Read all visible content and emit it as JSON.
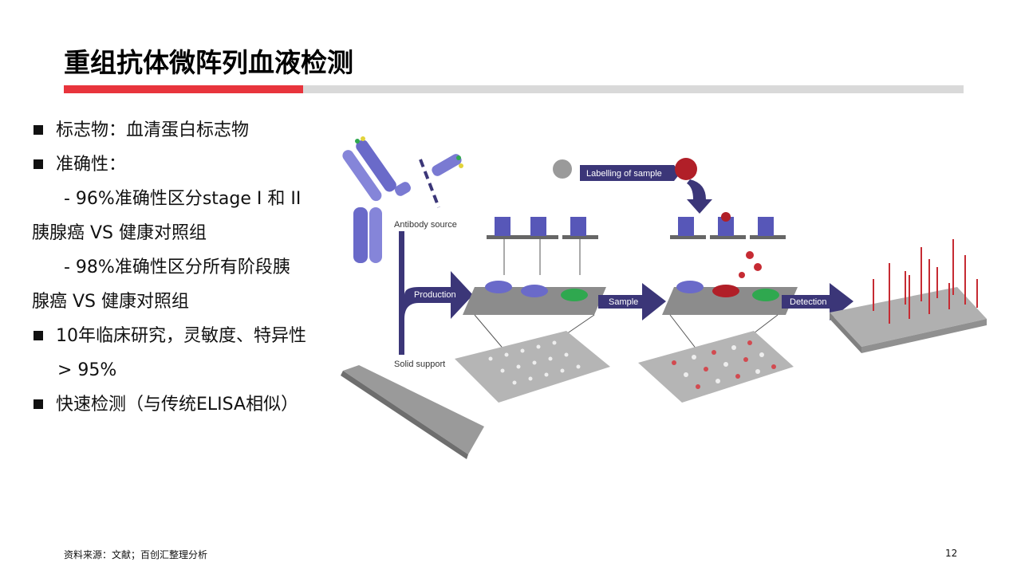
{
  "title": "重组抗体微阵列血液检测",
  "bullets": [
    {
      "text": "标志物：血清蛋白标志物"
    },
    {
      "text": "准确性："
    },
    {
      "text": "- 96%准确性区分stage I 和 II"
    },
    {
      "text": "胰腺癌 VS 健康对照组"
    },
    {
      "text": "- 98%准确性区分所有阶段胰"
    },
    {
      "text": "腺癌 VS 健康对照组"
    },
    {
      "text": "10年临床研究，灵敏度、特异性"
    },
    {
      "text": "> 95%"
    },
    {
      "text": "快速检测（与传统ELISA相似）"
    }
  ],
  "diagram": {
    "antibody_source": "Antibody source",
    "solid_support": "Solid support",
    "production": "Production",
    "sample": "Sample",
    "detection": "Detection",
    "labelling": "Labelling of sample"
  },
  "colors": {
    "accent_red": "#e8343c",
    "arrow_navy": "#3b3678",
    "antibody_blue": "#6a6ac9"
  },
  "footer": {
    "source": "资料来源：文献；百创汇整理分析",
    "page": "12"
  }
}
